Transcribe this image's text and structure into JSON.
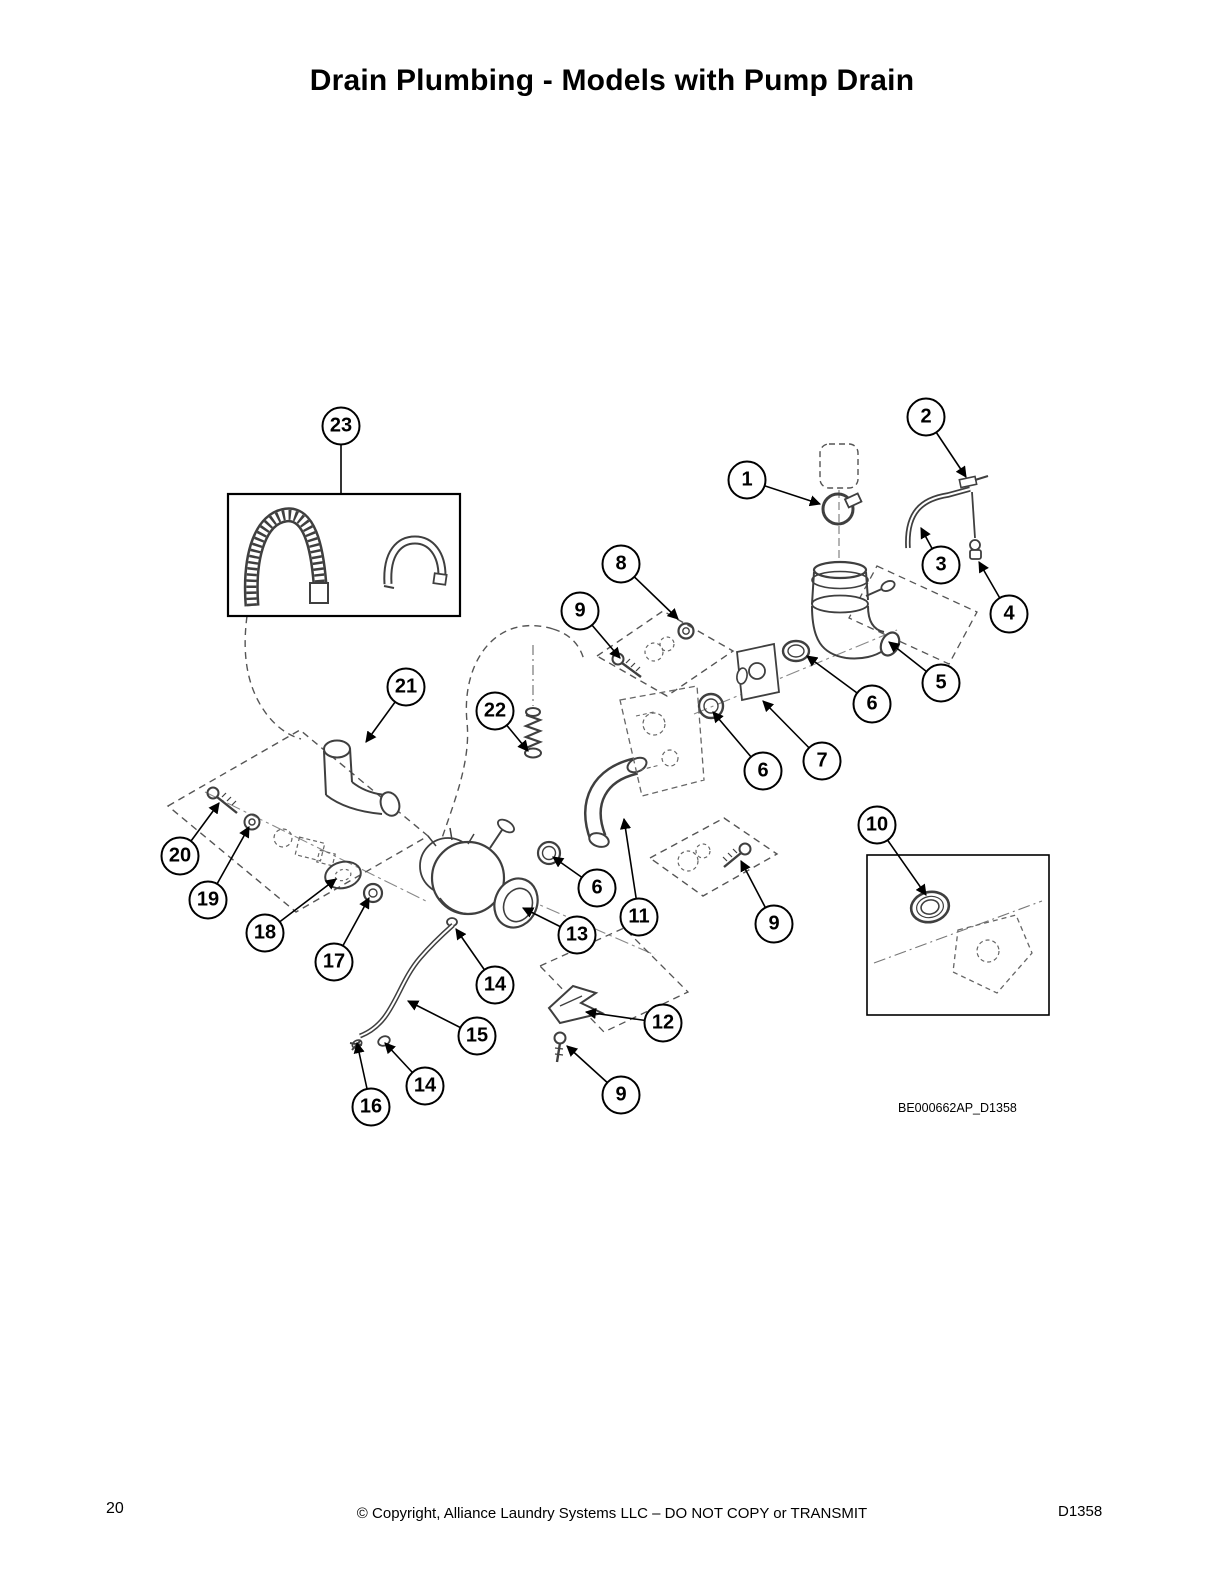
{
  "header": {
    "title": "Drain Plumbing - Models with Pump Drain"
  },
  "figure": {
    "reference": "BE000662AP_D1358"
  },
  "callouts": [
    {
      "label": "23"
    },
    {
      "label": "2"
    },
    {
      "label": "1"
    },
    {
      "label": "3"
    },
    {
      "label": "4"
    },
    {
      "label": "8"
    },
    {
      "label": "9"
    },
    {
      "label": "5"
    },
    {
      "label": "6"
    },
    {
      "label": "7"
    },
    {
      "label": "6"
    },
    {
      "label": "21"
    },
    {
      "label": "22"
    },
    {
      "label": "20"
    },
    {
      "label": "19"
    },
    {
      "label": "18"
    },
    {
      "label": "17"
    },
    {
      "label": "6"
    },
    {
      "label": "13"
    },
    {
      "label": "11"
    },
    {
      "label": "10"
    },
    {
      "label": "9"
    },
    {
      "label": "14"
    },
    {
      "label": "15"
    },
    {
      "label": "12"
    },
    {
      "label": "16"
    },
    {
      "label": "14"
    },
    {
      "label": "9"
    }
  ],
  "footer": {
    "page_number": "20",
    "copyright": "© Copyright, Alliance Laundry Systems LLC – DO NOT COPY or TRANSMIT",
    "doc_id": "D1358"
  }
}
